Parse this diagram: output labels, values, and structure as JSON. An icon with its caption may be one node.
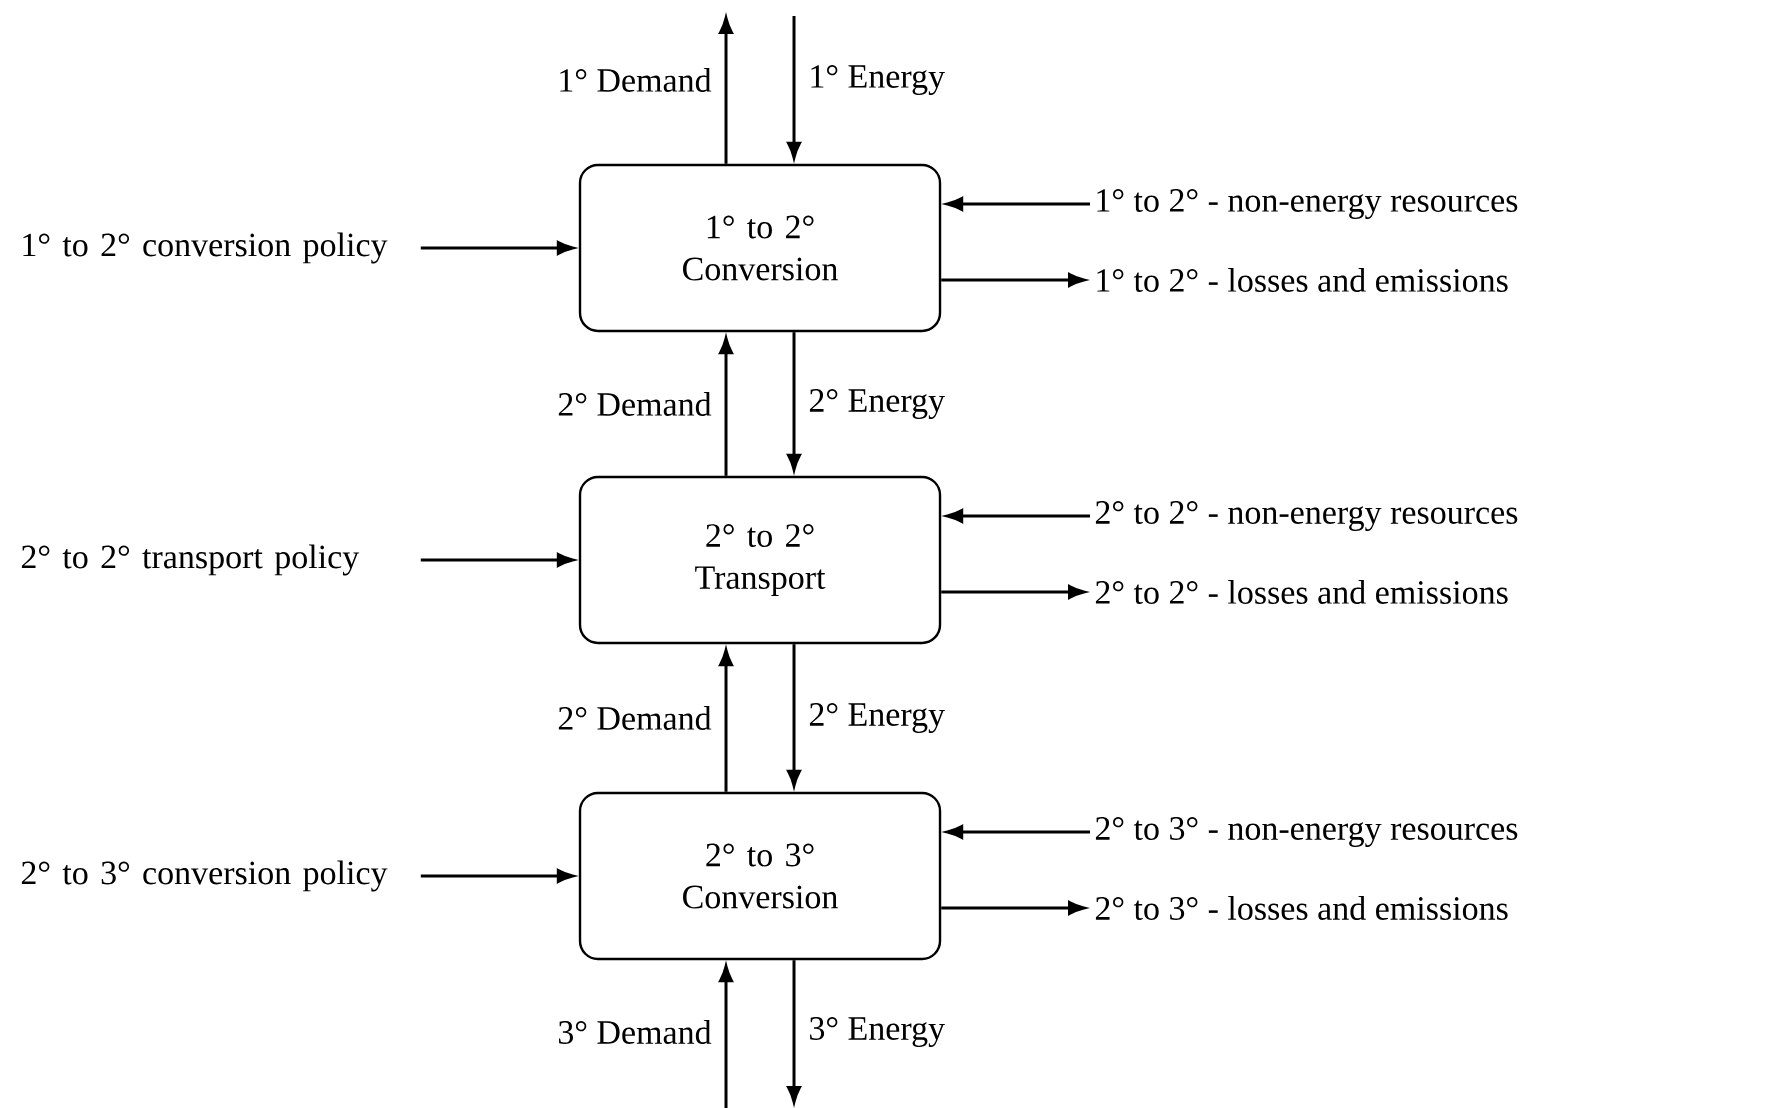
{
  "diagram": {
    "nodes": [
      {
        "text": [
          "1° to 2° conversion policy"
        ]
      },
      {
        "text": [
          "1° to 2° Conversion"
        ]
      },
      {
        "text": [
          "1° to 2° - non-energy resources"
        ]
      },
      {
        "text": [
          "1° to 2° - losses and emissions"
        ]
      },
      {
        "text": [
          "2° to 2° transport policy"
        ]
      },
      {
        "text": [
          "2° to 2° Transport"
        ]
      },
      {
        "text": [
          "2° to 2° - non-energy resources"
        ]
      },
      {
        "text": [
          "2° to 2° - losses and emissions"
        ]
      },
      {
        "text": [
          "2° to 3° conversion policy"
        ]
      },
      {
        "text": [
          "2° to 3° Conversion"
        ]
      },
      {
        "text": [
          "2° to 3° - non-energy resources"
        ]
      },
      {
        "text": [
          "2° to 3° - losses and emissions"
        ]
      }
    ],
    "edges": [
      {
        "from": 1,
        "to": null,
        "arrow": "to",
        "label": "1° Demand"
      },
      {
        "from": null,
        "to": 1,
        "arrow": "to",
        "label": "1° Energy"
      },
      {
        "from": 0,
        "to": 1,
        "arrow": "to"
      },
      {
        "from": 2,
        "to": 1,
        "arrow": "to"
      },
      {
        "from": 1,
        "to": 3,
        "arrow": "to"
      },
      {
        "from": 5,
        "to": 1,
        "arrow": "to",
        "label": "2° Demand"
      },
      {
        "from": 1,
        "to": 5,
        "arrow": "to",
        "label": "2° Energy"
      },
      {
        "from": 4,
        "to": 5,
        "arrow": "to"
      },
      {
        "from": 6,
        "to": 5,
        "arrow": "to"
      },
      {
        "from": 5,
        "to": 7,
        "arrow": "to"
      },
      {
        "from": 9,
        "to": 5,
        "arrow": "to",
        "label": "2° Demand"
      },
      {
        "from": 5,
        "to": 9,
        "arrow": "to",
        "label": "2° Energy"
      },
      {
        "from": 8,
        "to": 9,
        "arrow": "to"
      },
      {
        "from": 10,
        "to": 9,
        "arrow": "to"
      },
      {
        "from": 9,
        "to": 11,
        "arrow": "to"
      },
      {
        "from": null,
        "to": 9,
        "arrow": "to",
        "label": "3° Demand"
      },
      {
        "from": 9,
        "to": null,
        "arrow": "to",
        "label": "3° Energy"
      }
    ]
  }
}
